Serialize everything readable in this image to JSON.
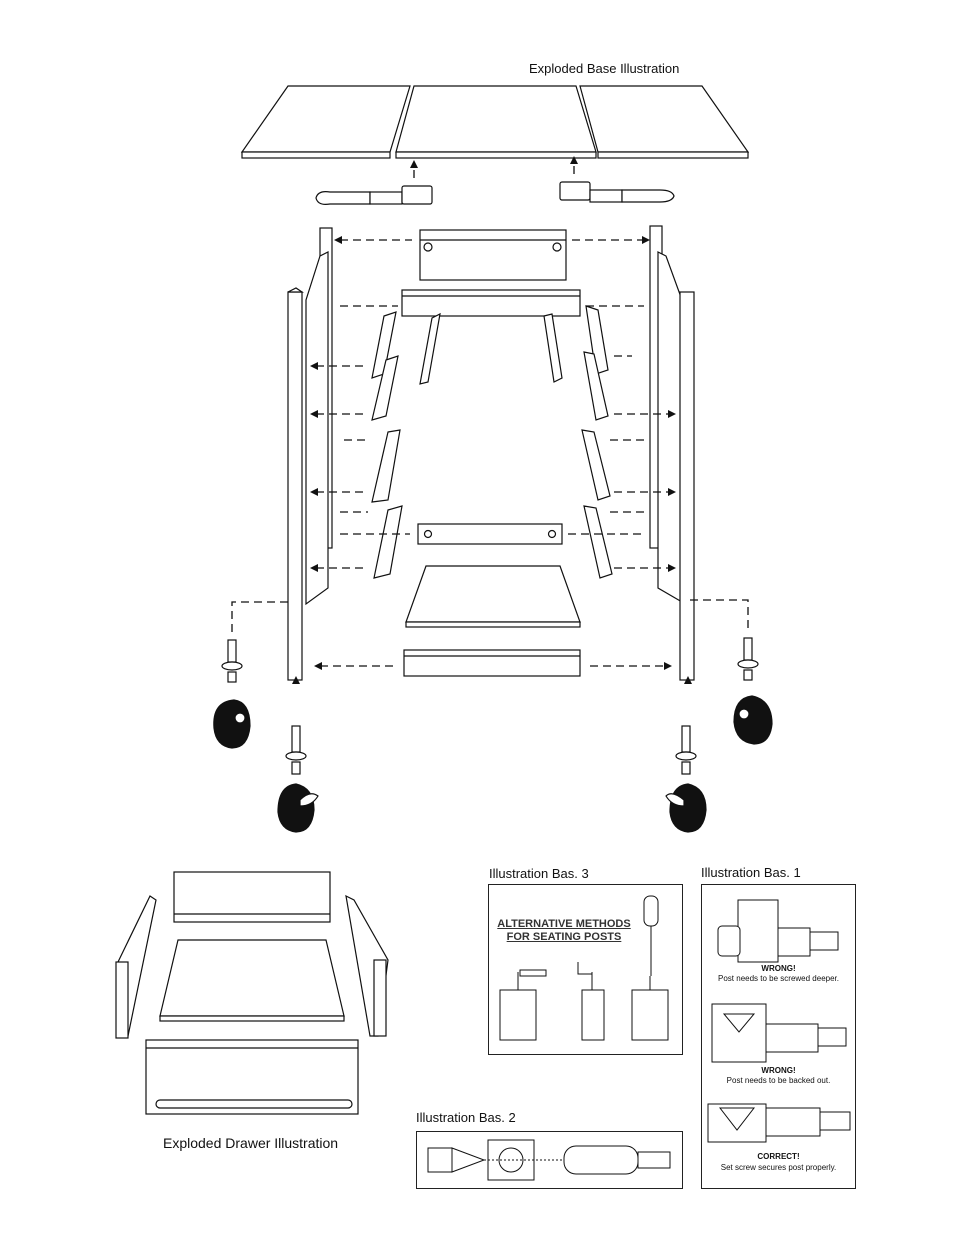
{
  "labels": {
    "base": "Exploded Base Illustration",
    "drawer": "Exploded Drawer Illustration",
    "bas1": "Illustration Bas. 1",
    "bas2": "Illustration Bas. 2",
    "bas3": "Illustration Bas. 3"
  },
  "bas3": {
    "title_line1": "ALTERNATIVE METHODS",
    "title_line2": "FOR SEATING POSTS"
  },
  "bas1": {
    "wrong1_title": "WRONG!",
    "wrong1_text": "Post needs to be screwed deeper.",
    "wrong2_title": "WRONG!",
    "wrong2_text": "Post needs to be backed out.",
    "correct_title": "CORRECT!",
    "correct_text": "Set screw secures post properly."
  }
}
